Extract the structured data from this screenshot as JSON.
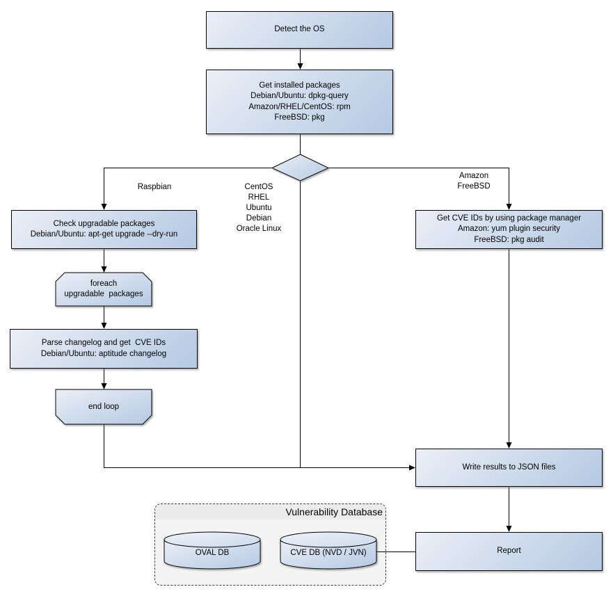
{
  "diagram": {
    "nodes": {
      "detect_os": {
        "label": "Detect the OS"
      },
      "get_installed_packages": {
        "label": "Get installed packages\nDebian/Ubuntu: dpkg-query\nAmazon/RHEL/CentOS: rpm\nFreeBSD: pkg"
      },
      "check_upgradable": {
        "label": "Check upgradable packages\nDebian/Ubuntu: apt-get upgrade --dry-run"
      },
      "foreach_loop": {
        "label": "foreach\nupgradable  packages"
      },
      "parse_changelog": {
        "label": "Parse changelog and get  CVE IDs\nDebian/Ubuntu: aptitude changelog"
      },
      "end_loop": {
        "label": "end loop"
      },
      "get_cve_ids": {
        "label": "Get CVE IDs by using package manager\nAmazon: yum plugin security\nFreeBSD: pkg audit"
      },
      "write_results": {
        "label": "Write results to JSON files"
      },
      "report": {
        "label": "Report"
      }
    },
    "branch_labels": {
      "left": "Raspbian",
      "middle": "CentOS\nRHEL\nUbuntu\nDebian\nOracle Linux",
      "right": "Amazon\nFreeBSD"
    },
    "database": {
      "title": "Vulnerability Database",
      "cylinders": [
        "OVAL DB",
        "CVE DB (NVD / JVN)"
      ]
    },
    "colors": {
      "node_fill_light": "#ebeff7",
      "node_fill_dark": "#b4c9e3",
      "node_border": "#000000",
      "connector": "#000000",
      "container_fill": "#f4f4f4",
      "container_title_fill": "#ececec",
      "container_border": "#3a3a3a",
      "background": "#ffffff"
    }
  }
}
